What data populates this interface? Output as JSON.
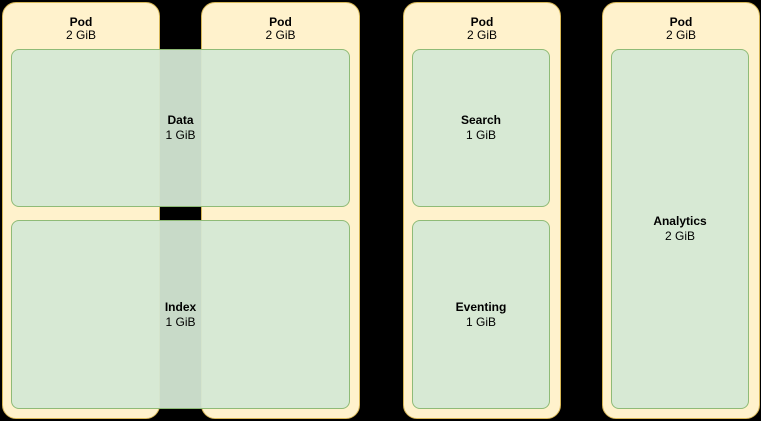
{
  "diagram": {
    "pods": [
      {
        "title": "Pod",
        "size": "2 GiB"
      },
      {
        "title": "Pod",
        "size": "2 GiB"
      },
      {
        "title": "Pod",
        "size": "2 GiB"
      },
      {
        "title": "Pod",
        "size": "2 GiB"
      }
    ],
    "services": [
      {
        "name": "Data",
        "size": "1 GiB"
      },
      {
        "name": "Index",
        "size": "1 GiB"
      },
      {
        "name": "Search",
        "size": "1 GiB"
      },
      {
        "name": "Eventing",
        "size": "1 GiB"
      },
      {
        "name": "Analytics",
        "size": "2 GiB"
      }
    ],
    "colors": {
      "background": "#000000",
      "pod_fill": "#FFF2CC",
      "pod_border": "#D6B656",
      "service_fill": "#D5E8D4",
      "service_border": "#82B366",
      "text": "#000000"
    }
  }
}
